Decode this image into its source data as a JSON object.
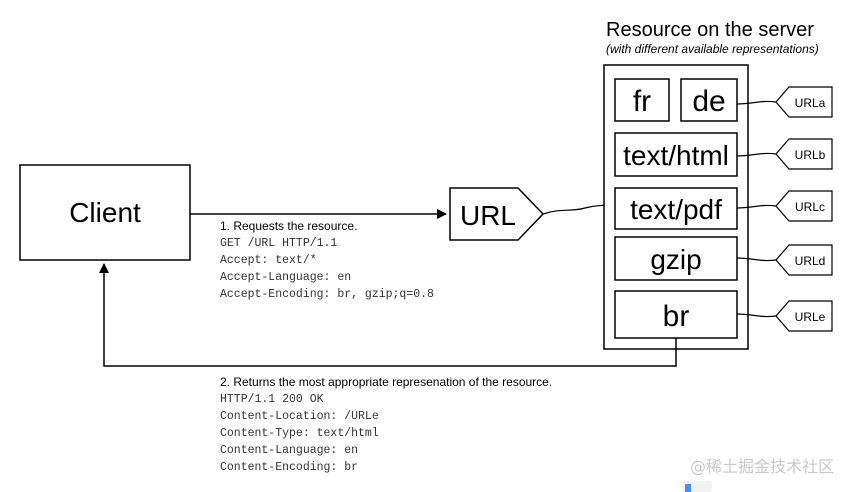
{
  "title": "Resource on the server",
  "subtitle": "(with different available representations)",
  "client": "Client",
  "url": "URL",
  "representations": [
    "fr",
    "de",
    "text/html",
    "text/pdf",
    "gzip",
    "br"
  ],
  "url_tags": [
    "URLa",
    "URLb",
    "URLc",
    "URLd",
    "URLe"
  ],
  "request": {
    "heading": "1. Requests the resource.",
    "lines": [
      "GET /URL HTTP/1.1",
      "Accept: text/*",
      "Accept-Language: en",
      "Accept-Encoding: br, gzip;q=0.8"
    ]
  },
  "response": {
    "heading": "2. Returns the most appropriate represenation of the resource.",
    "lines": [
      "HTTP/1.1 200 OK",
      "Content-Location: /URLe",
      "Content-Type: text/html",
      "Content-Language: en",
      "Content-Encoding: br"
    ]
  },
  "watermark": "@稀土掘金技术社区"
}
